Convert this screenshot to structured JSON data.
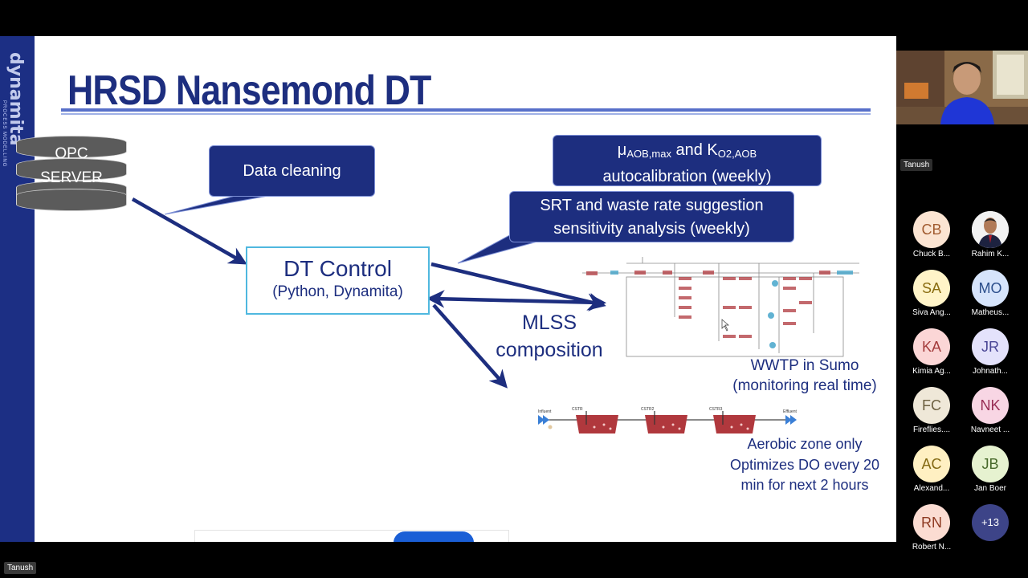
{
  "slide": {
    "title": "HRSD Nansemond DT",
    "opc": {
      "line1": "OPC",
      "line2": "SERVER"
    },
    "callouts": {
      "data_cleaning": "Data cleaning",
      "autocal_mu": "μ",
      "autocal_mu_sub": "AOB,max",
      "autocal_and": " and K",
      "autocal_k_sub": "O2,AOB",
      "autocal_line2": "autocalibration (weekly)",
      "srt_line1": "SRT and waste rate suggestion",
      "srt_line2": "sensitivity analysis (weekly)"
    },
    "dt_control": {
      "title": "DT Control",
      "subtitle": "(Python, Dynamita)"
    },
    "mlss": {
      "line1": "MLSS",
      "line2": "composition"
    },
    "wwtp": {
      "line1": "WWTP in Sumo",
      "line2": "(monitoring real time)"
    },
    "aerobic": {
      "line1": "Aerobic zone only",
      "line2": "Optimizes DO every 20",
      "line3": "min for next 2 hours",
      "influent": "Influent",
      "effluent": "Effluent",
      "tanks": [
        "CSTR",
        "CSTR2",
        "CSTR3"
      ]
    },
    "logo": {
      "text": "dynamita",
      "tagline": "PROCESS MODELLING"
    },
    "colors": {
      "navy": "#1d2e7f",
      "accent": "#4fb8df",
      "tank_red": "#b0383d"
    }
  },
  "meeting": {
    "self_name": "Tanush",
    "presenter_name": "Tanush",
    "participants": [
      {
        "initials": "CB",
        "name": "Chuck B..."
      },
      {
        "initials": "",
        "name": "Rahim K...",
        "photo": true
      },
      {
        "initials": "SA",
        "name": "Siva Ang..."
      },
      {
        "initials": "MO",
        "name": "Matheus..."
      },
      {
        "initials": "KA",
        "name": "Kimia Ag..."
      },
      {
        "initials": "JR",
        "name": "Johnath..."
      },
      {
        "initials": "FC",
        "name": "Fireflies...."
      },
      {
        "initials": "NK",
        "name": "Navneet ..."
      },
      {
        "initials": "AC",
        "name": "Alexand..."
      },
      {
        "initials": "JB",
        "name": "Jan Boer"
      },
      {
        "initials": "RN",
        "name": "Robert N..."
      },
      {
        "initials": "+13",
        "name": ""
      }
    ]
  }
}
